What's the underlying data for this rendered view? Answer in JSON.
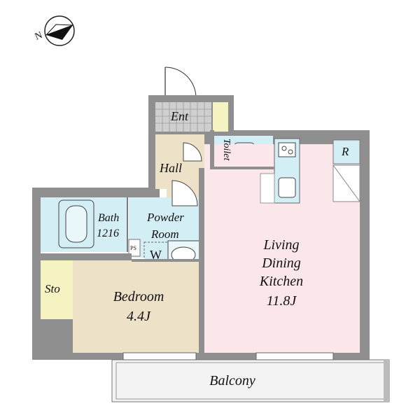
{
  "compass": {
    "north_label": "N"
  },
  "rooms": {
    "entrance": {
      "label": "Ent"
    },
    "hall": {
      "label": "Hall"
    },
    "toilet": {
      "label": "Toilet"
    },
    "bath": {
      "label": "Bath",
      "size": "1216"
    },
    "powder_room": {
      "line1": "Powder",
      "line2": "Room"
    },
    "washer": {
      "label": "W"
    },
    "pipe_space": {
      "label": "PS"
    },
    "ldk": {
      "line1": "Living",
      "line2": "Dining",
      "line3": "Kitchen",
      "size": "11.8J"
    },
    "refrigerator": {
      "label": "R"
    },
    "bedroom": {
      "label": "Bedroom",
      "size": "4.4J"
    },
    "storage": {
      "label": "Sto"
    },
    "balcony": {
      "label": "Balcony"
    }
  },
  "colors": {
    "wall": "#8f8f8f",
    "ldk_floor": "#fbe6ea",
    "wood_floor": "#ede2c8",
    "wet_area": "#d4eef5",
    "entrance_tile": "#cfcfcf",
    "storage": "#f6f3c2",
    "balcony": "#f3f3f3"
  }
}
